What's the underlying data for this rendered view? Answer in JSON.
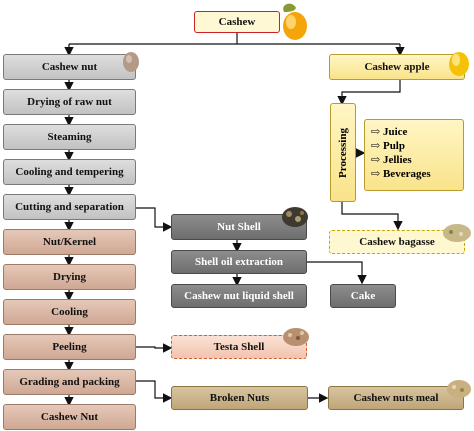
{
  "title": "Cashew",
  "nut_branch": {
    "steps": [
      "Cashew nut",
      "Drying of raw nut",
      "Steaming",
      "Cooling and tempering",
      "Cutting and separation"
    ],
    "kernel_steps": [
      "Nut/Kernel",
      "Drying",
      "Cooling",
      "Peeling",
      "Grading and packing",
      "Cashew Nut"
    ]
  },
  "shell_branch": {
    "nut_shell": "Nut Shell",
    "extraction": "Shell oil extraction",
    "liquid": "Cashew nut liquid shell",
    "cake": "Cake"
  },
  "testa": "Testa Shell",
  "broken": "Broken Nuts",
  "meal": "Cashew nuts meal",
  "apple_branch": {
    "apple": "Cashew apple",
    "processing": "Processing",
    "products": [
      "Juice",
      "Pulp",
      "Jellies",
      "Beverages"
    ],
    "bagasse": "Cashew bagasse"
  }
}
